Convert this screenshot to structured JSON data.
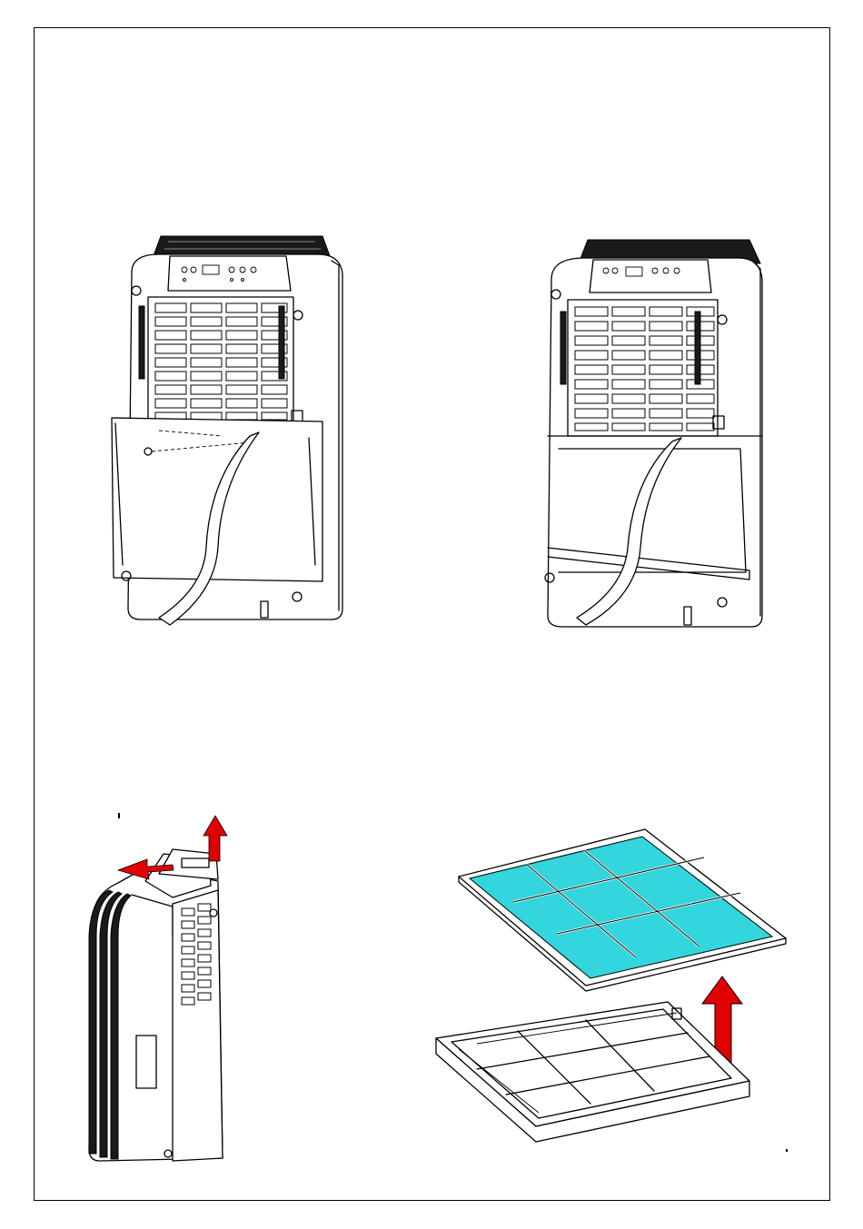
{
  "document": {
    "figures": [
      {
        "id": "fig-1",
        "illustration": "dehumidifier-rear-drain-hose-cover-open"
      },
      {
        "id": "fig-2",
        "illustration": "dehumidifier-rear-drain-hose-cover-closed"
      },
      {
        "id": "fig-3",
        "illustration": "dehumidifier-filter-removal-side"
      },
      {
        "id": "fig-4",
        "illustration": "filter-mesh-lift-from-frame"
      }
    ],
    "colors": {
      "arrow": "#e00000",
      "filter_mesh": "#33d6dc",
      "outline": "#000000"
    }
  }
}
